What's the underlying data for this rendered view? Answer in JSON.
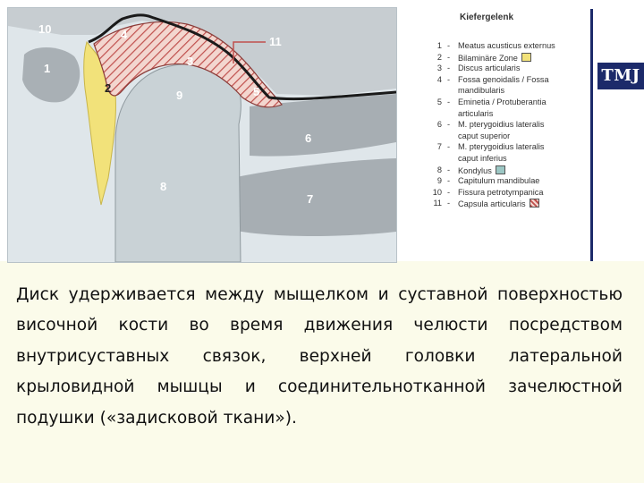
{
  "diagram": {
    "labels": [
      "10",
      "4",
      "11",
      "1",
      "3",
      "2",
      "9",
      "5",
      "6",
      "8",
      "7"
    ]
  },
  "legend": {
    "title": "Kiefergelenk",
    "items": [
      {
        "num": "1",
        "dash": "-",
        "text": "Meatus acusticus externus",
        "swatch": ""
      },
      {
        "num": "2",
        "dash": "-",
        "text": "Bilaminäre Zone",
        "swatch": "yellow"
      },
      {
        "num": "3",
        "dash": "-",
        "text": "Discus articularis",
        "swatch": ""
      },
      {
        "num": "4",
        "dash": "-",
        "text": "Fossa genoidalis / Fossa",
        "swatch": ""
      },
      {
        "num": "",
        "dash": "",
        "text": "mandibularis",
        "swatch": ""
      },
      {
        "num": "5",
        "dash": "-",
        "text": "Eminetia / Protuberantia",
        "swatch": ""
      },
      {
        "num": "",
        "dash": "",
        "text": "articularis",
        "swatch": ""
      },
      {
        "num": "6",
        "dash": "-",
        "text": "M. pterygoidius lateralis",
        "swatch": ""
      },
      {
        "num": "",
        "dash": "",
        "text": "caput superior",
        "swatch": ""
      },
      {
        "num": "7",
        "dash": "-",
        "text": "M. pterygoidius lateralis",
        "swatch": ""
      },
      {
        "num": "",
        "dash": "",
        "text": "caput inferius",
        "swatch": ""
      },
      {
        "num": "8",
        "dash": "-",
        "text": "Kondylus",
        "swatch": "teal"
      },
      {
        "num": "9",
        "dash": "-",
        "text": "Capitulum mandibulae",
        "swatch": ""
      },
      {
        "num": "10",
        "dash": "-",
        "text": "Fissura petrotympanica",
        "swatch": ""
      },
      {
        "num": "11",
        "dash": "-",
        "text": "Capsula articularis",
        "swatch": "hatched"
      }
    ]
  },
  "badge": "TMJ",
  "caption": "Диск удерживается между мыщелком и суставной поверхностью височной кости во время движения челюсти посредством внутрисуставных связок, верхней головки латеральной крыловидной мышцы и соединительнотканной зачелюстной подушки («задисковой ткани»).",
  "colors": {
    "background": "#fbfbea",
    "bone": "#b9c0c4",
    "bilaminar": "#f2e27a",
    "disc_hatch": "#c0504d",
    "condyle": "#c9d2d6",
    "badge": "#1c2a6a"
  }
}
